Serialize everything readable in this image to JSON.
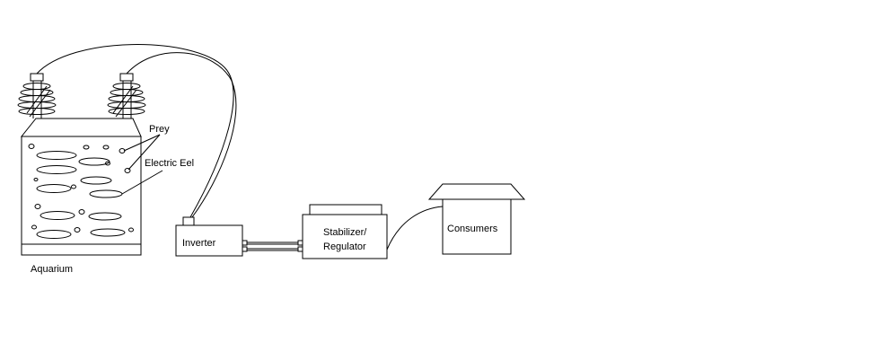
{
  "diagram": {
    "components": {
      "aquarium": "Aquarium",
      "inverter": "Inverter",
      "stabilizer_line1": "Stabilizer/",
      "stabilizer_line2": "Regulator",
      "consumers": "Consumers"
    },
    "annotations": {
      "prey": "Prey",
      "electric_eel": "Electric Eel"
    },
    "colors": {
      "line": "#000000",
      "background": "#ffffff"
    }
  }
}
